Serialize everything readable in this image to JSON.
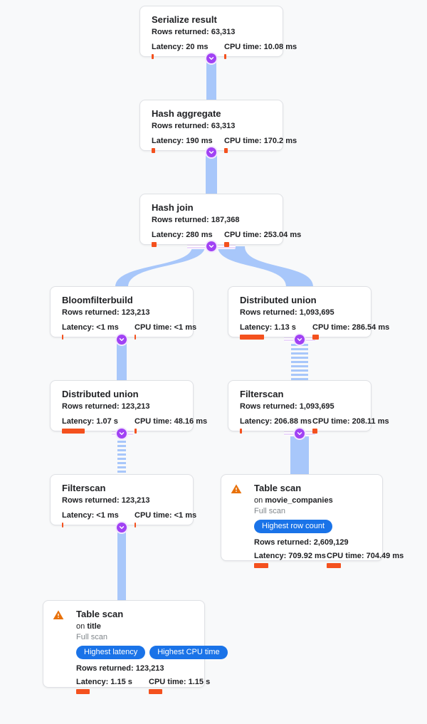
{
  "colors": {
    "background": "#f8f9fa",
    "edge_blue": "#a8c7fa",
    "bar_orange": "#f4511e",
    "badge_blue": "#1a73e8",
    "chevron_purple": "#a142f4",
    "warning_orange": "#e8710a"
  },
  "nodes": [
    {
      "title": "Serialize result",
      "rows": "Rows returned: 63,313",
      "latency": "Latency: 20 ms",
      "cpu": "CPU time: 10.08 ms",
      "latency_bar": 3,
      "cpu_bar": 3
    },
    {
      "title": "Hash aggregate",
      "rows": "Rows returned: 63,313",
      "latency": "Latency: 190 ms",
      "cpu": "CPU time: 170.2 ms",
      "latency_bar": 5,
      "cpu_bar": 5
    },
    {
      "title": "Hash join",
      "rows": "Rows returned: 187,368",
      "latency": "Latency: 280 ms",
      "cpu": "CPU time: 253.04 ms",
      "latency_bar": 7,
      "cpu_bar": 7
    },
    {
      "title": "Bloomfilterbuild",
      "rows": "Rows returned: 123,213",
      "latency": "Latency: <1 ms",
      "cpu": "CPU time: <1 ms",
      "latency_bar": 2,
      "cpu_bar": 2
    },
    {
      "title": "Distributed union",
      "rows": "Rows returned: 1,093,695",
      "latency": "Latency: 1.13 s",
      "cpu": "CPU time: 286.54 ms",
      "latency_bar": 34,
      "cpu_bar": 9
    },
    {
      "title": "Distributed union",
      "rows": "Rows returned: 123,213",
      "latency": "Latency: 1.07 s",
      "cpu": "CPU time: 48.16 ms",
      "latency_bar": 32,
      "cpu_bar": 3
    },
    {
      "title": "Filterscan",
      "rows": "Rows returned: 1,093,695",
      "latency": "Latency: 206.88 ms",
      "cpu": "CPU time: 208.11 ms",
      "latency_bar": 3,
      "cpu_bar": 7
    },
    {
      "title": "Filterscan",
      "rows": "Rows returned: 123,213",
      "latency": "Latency: <1 ms",
      "cpu": "CPU time: <1 ms",
      "latency_bar": 2,
      "cpu_bar": 2
    },
    {
      "title": "Table scan",
      "on_prefix": "on",
      "table": "movie_companies",
      "scan_type": "Full scan",
      "badges": [
        "Highest row count"
      ],
      "rows": "Rows returned: 2,609,129",
      "latency": "Latency: 709.92 ms",
      "cpu": "CPU time: 704.49 ms",
      "latency_bar": 20,
      "cpu_bar": 20
    },
    {
      "title": "Table scan",
      "on_prefix": "on",
      "table": "title",
      "scan_type": "Full scan",
      "badges": [
        "Highest latency",
        "Highest CPU time"
      ],
      "rows": "Rows returned: 123,213",
      "latency": "Latency: 1.15 s",
      "cpu": "CPU time: 1.15 s",
      "latency_bar": 19,
      "cpu_bar": 19
    }
  ]
}
